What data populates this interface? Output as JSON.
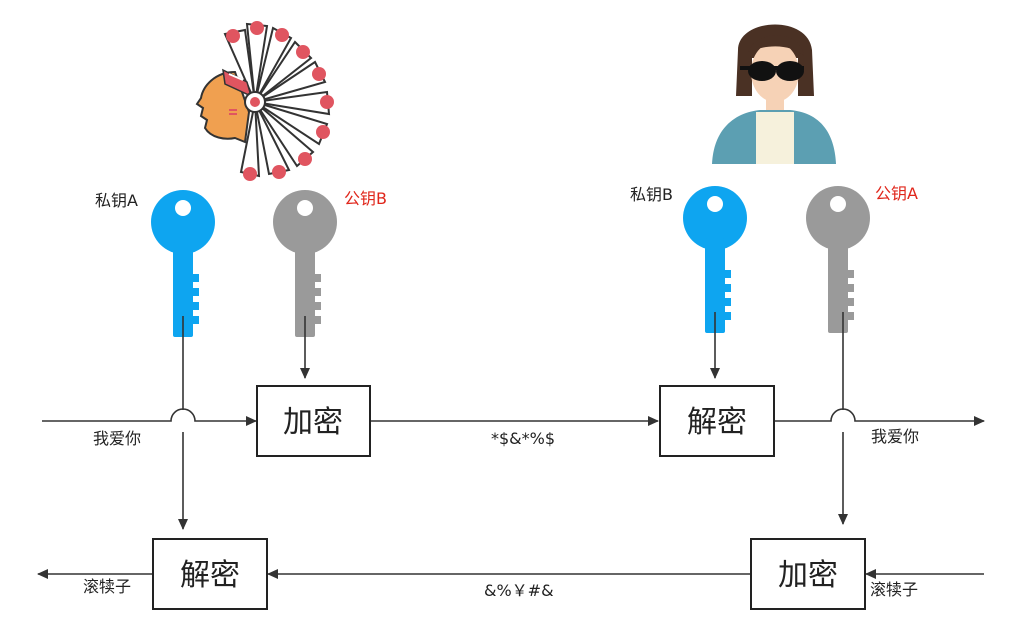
{
  "top_flow": {
    "input_text": "我爱你",
    "cipher_text": "*$&*%$",
    "output_text": "我爱你",
    "encrypt_label": "加密",
    "decrypt_label": "解密"
  },
  "bottom_flow": {
    "input_text": "滚犊子",
    "cipher_text": "&%￥#&",
    "output_text": "滚犊子",
    "encrypt_label": "加密",
    "decrypt_label": "解密"
  },
  "party_a": {
    "private_key_label": "私钥A",
    "public_key_label": "公钥B"
  },
  "party_b": {
    "private_key_label": "私钥B",
    "public_key_label": "公钥A"
  },
  "colors": {
    "private_key": "#0ea5f0",
    "public_key": "#9a9a9a",
    "public_label": "#e0261b"
  }
}
